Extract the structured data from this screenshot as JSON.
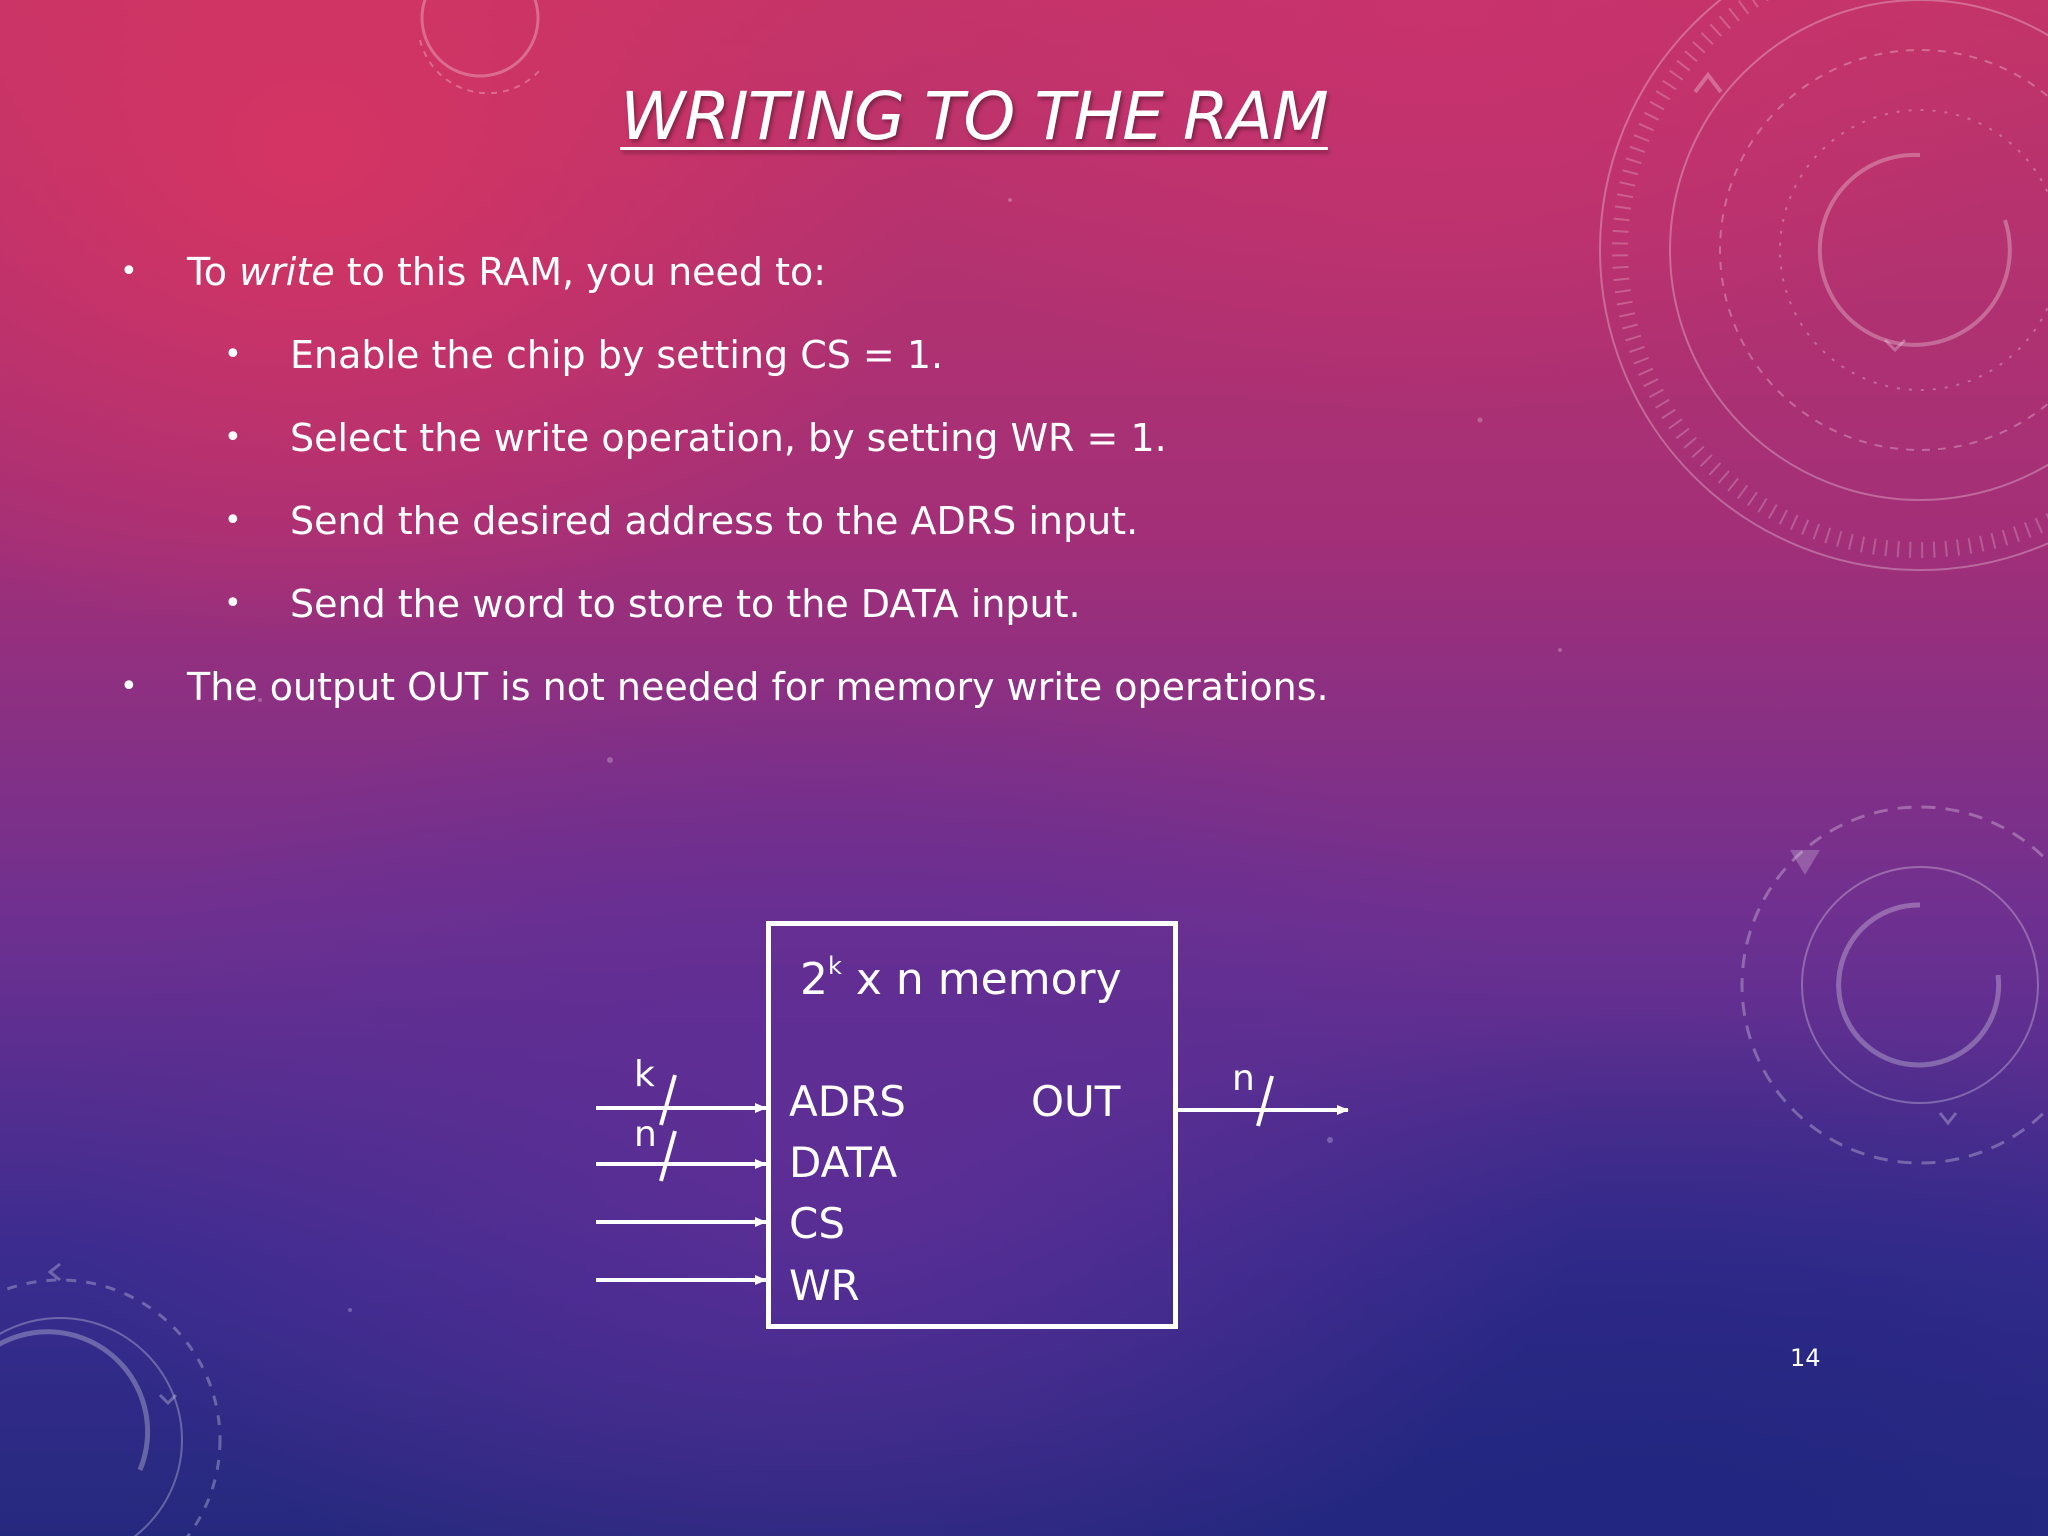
{
  "slide": {
    "title": "WRITING TO THE RAM",
    "bullets": [
      {
        "level": 1,
        "parts": [
          {
            "text": "To ",
            "italic": false
          },
          {
            "text": "write",
            "italic": true
          },
          {
            "text": " to this RAM, you need to:",
            "italic": false
          }
        ]
      },
      {
        "level": 2,
        "parts": [
          {
            "text": "Enable the chip by setting CS = 1.",
            "italic": false
          }
        ]
      },
      {
        "level": 2,
        "parts": [
          {
            "text": "Select the write operation, by setting WR = 1.",
            "italic": false
          }
        ]
      },
      {
        "level": 2,
        "parts": [
          {
            "text": "Send the desired address to the ADRS input.",
            "italic": false
          }
        ]
      },
      {
        "level": 2,
        "parts": [
          {
            "text": "Send the word to store to the DATA input.",
            "italic": false
          }
        ]
      },
      {
        "level": 1,
        "parts": [
          {
            "text": "The output OUT is not needed for memory write operations.",
            "italic": false
          }
        ]
      }
    ],
    "bullet_glyph": "•",
    "page_number": "14"
  },
  "diagram": {
    "title_base": "2",
    "title_sup": "k",
    "title_rest": " x n memory",
    "inputs": {
      "adrs": "ADRS",
      "data": "DATA",
      "cs": "CS",
      "wr": "WR"
    },
    "output": "OUT",
    "bus_labels": {
      "adrs_width": "k",
      "data_width": "n",
      "out_width": "n"
    }
  },
  "colors": {
    "text": "#ffffff",
    "bg_top": "#c33468",
    "bg_mid": "#6e3090",
    "bg_bottom": "#25297e"
  }
}
